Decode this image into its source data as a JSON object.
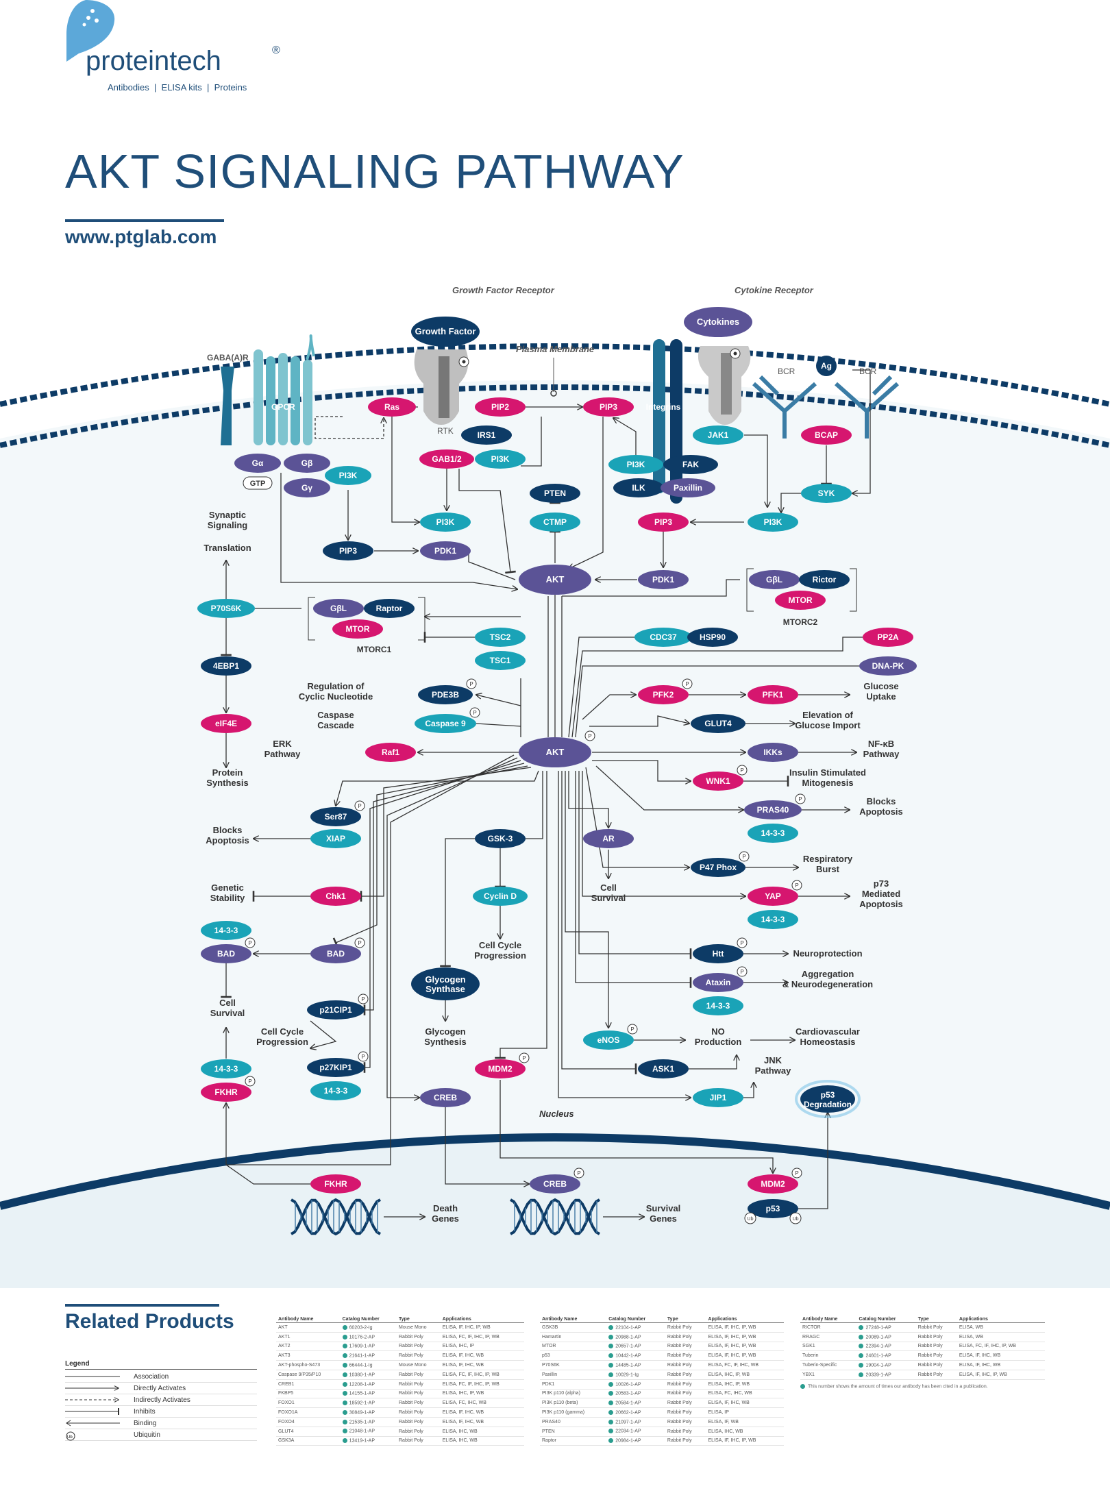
{
  "brand": {
    "name": "proteintech",
    "registered": "®",
    "tagline": "Antibodies  |  ELISA kits  |  Proteins"
  },
  "title": "AKT SIGNALING PATHWAY",
  "url": "www.ptglab.com",
  "colors": {
    "navy": "#1f4e79",
    "dark": "#0d3b66",
    "magenta": "#d6166f",
    "teal": "#1aa3b7",
    "purple": "#5b5396",
    "gray": "#9a9a9a"
  },
  "labels": {
    "growth_factor_receptor": "Growth Factor Receptor",
    "cytokine_receptor": "Cytokine Receptor",
    "plasma_membrane": "Plasma Membrane",
    "gabaar": "GABA(A)R",
    "bcr": "BCR",
    "rtk": "RTK",
    "nucleus": "Nucleus",
    "mtorc1": "MTORC1",
    "mtorc2": "MTORC2"
  },
  "nodes": {
    "growth_factor": "Growth Factor",
    "cytokines": "Cytokines",
    "gpcr": "GPCR",
    "integrins": "Integrins",
    "ag": "Ag",
    "ras": "Ras",
    "pip2": "PIP2",
    "pip3_top": "PIP3",
    "irs1": "IRS1",
    "gab12": "GAB1/2",
    "pi3k_rtk": "PI3K",
    "jak1": "JAK1",
    "bcap": "BCAP",
    "syk": "SYK",
    "pi3k_int": "PI3K",
    "fak": "FAK",
    "ilk": "ILK",
    "paxillin": "Paxillin",
    "galpha": "Gα",
    "gbeta": "Gβ",
    "ggamma": "Gγ",
    "gtp": "GTP",
    "pi3k_g": "PI3K",
    "pten": "PTEN",
    "ctmp": "CTMP",
    "pip3_mid": "PIP3",
    "pi3k_mid": "PI3K",
    "pi3k_right": "PI3K",
    "pip3_left": "PIP3",
    "pdk1_left": "PDK1",
    "akt_top": "AKT",
    "pdk1_right": "PDK1",
    "gbl2": "GβL",
    "rictor": "Rictor",
    "mtor2": "MTOR",
    "p70s6k": "P70S6K",
    "gbl1": "GβL",
    "raptor": "Raptor",
    "mtor1": "MTOR",
    "tsc2": "TSC2",
    "tsc1": "TSC1",
    "cdc37": "CDC37",
    "hsp90": "HSP90",
    "pp2a": "PP2A",
    "dnapk": "DNA-PK",
    "ebp1": "4EBP1",
    "eif4e": "eIF4E",
    "pde3b": "PDE3B",
    "caspase9": "Caspase 9",
    "raf1": "Raf1",
    "pfk2": "PFK2",
    "pfk1": "PFK1",
    "glut4": "GLUT4",
    "ikks": "IKKs",
    "wnk1": "WNK1",
    "akt_main": "AKT",
    "ser87": "Ser87",
    "xiap": "XIAP",
    "gsk3": "GSK-3",
    "ar": "AR",
    "pras40": "PRAS40",
    "p1433_pras": "14-3-3",
    "p47phox": "P47 Phox",
    "yap": "YAP",
    "p1433_yap": "14-3-3",
    "chk1": "Chk1",
    "cyclind": "Cyclin D",
    "p1433_bad": "14-3-3",
    "bad_left": "BAD",
    "bad_mid": "BAD",
    "htt": "Htt",
    "ataxin": "Ataxin",
    "p1433_ataxin": "14-3-3",
    "glycogen_synthase": "Glycogen Synthase",
    "p21": "p21CIP1",
    "p27": "p27KIP1",
    "p1433_p27": "14-3-3",
    "enos": "eNOS",
    "mdm2_mid": "MDM2",
    "ask1": "ASK1",
    "jip1": "JIP1",
    "creb_mid": "CREB",
    "p1433_fkhr": "14-3-3",
    "fkhr_left": "FKHR",
    "p53_degradation": "p53 Degradation",
    "fkhr_nuc": "FKHR",
    "creb_nuc": "CREB",
    "mdm2_nuc": "MDM2",
    "p53": "p53"
  },
  "outcomes": {
    "synaptic": "Synaptic Signaling",
    "translation": "Translation",
    "protein_synthesis": "Protein Synthesis",
    "cyclic_nucleotide": "Regulation of Cyclic Nucleotide",
    "caspase_cascade": "Caspase Cascade",
    "erk": "ERK Pathway",
    "glucose_uptake": "Glucose Uptake",
    "glucose_import": "Elevation of Glucose Import",
    "nfkb": "NF-κB Pathway",
    "insulin": "Insulin Stimulated Mitogenesis",
    "blocks_apoptosis_r": "Blocks Apoptosis",
    "respiratory": "Respiratory Burst",
    "p73": "p73 Mediated Apoptosis",
    "blocks_apoptosis_l": "Blocks Apoptosis",
    "genetic": "Genetic Stability",
    "cell_survival_ar": "Cell Survival",
    "cell_cycle_prog": "Cell Cycle Progression",
    "cell_survival_l": "Cell Survival",
    "cell_cycle_l": "Cell Cycle Progression",
    "glycogen_synthesis": "Glycogen Synthesis",
    "neuroprotection": "Neuroprotection",
    "aggregation": "Aggregation & Neurodegeneration",
    "no_production": "NO Production",
    "cardiovascular": "Cardiovascular Homeostasis",
    "jnk": "JNK Pathway",
    "death_genes": "Death Genes",
    "survival_genes": "Survival Genes"
  },
  "badges": {
    "p": "P",
    "ub": "Ub"
  },
  "related_products": "Related Products",
  "legend": {
    "header": "Legend",
    "items": [
      "Association",
      "Directly Activates",
      "Indirectly Activates",
      "Inhibits",
      "Binding",
      "Ubiquitin"
    ],
    "ub": "Ub"
  },
  "tables": [
    {
      "headers": [
        "Antibody Name",
        "Catalog Number",
        "Type",
        "Applications"
      ],
      "rows": [
        [
          "AKT",
          "60203-2-Ig",
          "Mouse Mono",
          "ELISA, IF, IHC, IP, WB"
        ],
        [
          "AKT1",
          "10176-2-AP",
          "Rabbit Poly",
          "ELISA, FC, IF, IHC, IP, WB"
        ],
        [
          "AKT2",
          "17609-1-AP",
          "Rabbit Poly",
          "ELISA, IHC, IP"
        ],
        [
          "AKT3",
          "21641-1-AP",
          "Rabbit Poly",
          "ELISA, IF, IHC, WB"
        ],
        [
          "AKT-phospho-S473",
          "66444-1-Ig",
          "Mouse Mono",
          "ELISA, IF, IHC, WB"
        ],
        [
          "Caspase 9/P35/P10",
          "10380-1-AP",
          "Rabbit Poly",
          "ELISA, FC, IF, IHC, IP, WB"
        ],
        [
          "CREB1",
          "12208-1-AP",
          "Rabbit Poly",
          "ELISA, FC, IF, IHC, IP, WB"
        ],
        [
          "FKBP5",
          "14155-1-AP",
          "Rabbit Poly",
          "ELISA, IHC, IP, WB"
        ],
        [
          "FOXO1",
          "18592-1-AP",
          "Rabbit Poly",
          "ELISA, FC, IHC, WB"
        ],
        [
          "FOXO1A",
          "30849-1-AP",
          "Rabbit Poly",
          "ELISA, IF, IHC, WB"
        ],
        [
          "FOXO4",
          "21535-1-AP",
          "Rabbit Poly",
          "ELISA, IF, IHC, WB"
        ],
        [
          "GLUT4",
          "21048-1-AP",
          "Rabbit Poly",
          "ELISA, IHC, WB"
        ],
        [
          "GSK3A",
          "13419-1-AP",
          "Rabbit Poly",
          "ELISA, IHC, WB"
        ]
      ]
    },
    {
      "headers": [
        "Antibody Name",
        "Catalog Number",
        "Type",
        "Applications"
      ],
      "rows": [
        [
          "GSK3B",
          "22104-1-AP",
          "Rabbit Poly",
          "ELISA, IF, IHC, IP, WB"
        ],
        [
          "Hamartin",
          "20988-1-AP",
          "Rabbit Poly",
          "ELISA, IF, IHC, IP, WB"
        ],
        [
          "MTOR",
          "20657-1-AP",
          "Rabbit Poly",
          "ELISA, IF, IHC, IP, WB"
        ],
        [
          "p53",
          "10442-1-AP",
          "Rabbit Poly",
          "ELISA, IF, IHC, IP, WB"
        ],
        [
          "P70S6K",
          "14485-1-AP",
          "Rabbit Poly",
          "ELISA, FC, IF, IHC, WB"
        ],
        [
          "Paxillin",
          "10029-1-Ig",
          "Rabbit Poly",
          "ELISA, IHC, IP, WB"
        ],
        [
          "PDK1",
          "10026-1-AP",
          "Rabbit Poly",
          "ELISA, IHC, IP, WB"
        ],
        [
          "PI3K p110 (alpha)",
          "20583-1-AP",
          "Rabbit Poly",
          "ELISA, FC, IHC, WB"
        ],
        [
          "PI3K p110 (beta)",
          "20584-1-AP",
          "Rabbit Poly",
          "ELISA, IF, IHC, WB"
        ],
        [
          "PI3K p110 (gamma)",
          "20662-1-AP",
          "Rabbit Poly",
          "ELISA, IP"
        ],
        [
          "PRAS40",
          "21097-1-AP",
          "Rabbit Poly",
          "ELISA, IF, WB"
        ],
        [
          "PTEN",
          "22034-1-AP",
          "Rabbit Poly",
          "ELISA, IHC, WB"
        ],
        [
          "Raptor",
          "20984-1-AP",
          "Rabbit Poly",
          "ELISA, IF, IHC, IP, WB"
        ]
      ]
    },
    {
      "headers": [
        "Antibody Name",
        "Catalog Number",
        "Type",
        "Applications"
      ],
      "rows": [
        [
          "RICTOR",
          "27248-1-AP",
          "Rabbit Poly",
          "ELISA, WB"
        ],
        [
          "RRAGC",
          "20089-1-AP",
          "Rabbit Poly",
          "ELISA, WB"
        ],
        [
          "SGK1",
          "22394-1-AP",
          "Rabbit Poly",
          "ELISA, FC, IF, IHC, IP, WB"
        ],
        [
          "Tuberin",
          "24601-1-AP",
          "Rabbit Poly",
          "ELISA, IF, IHC, WB"
        ],
        [
          "Tuberin-Specific",
          "19004-1-AP",
          "Rabbit Poly",
          "ELISA, IF, IHC, WB"
        ],
        [
          "YBX1",
          "20339-1-AP",
          "Rabbit Poly",
          "ELISA, IF, IHC, IP, WB"
        ]
      ]
    }
  ],
  "citation_note": "This number shows the amount of times our antibody has been cited in a publication."
}
